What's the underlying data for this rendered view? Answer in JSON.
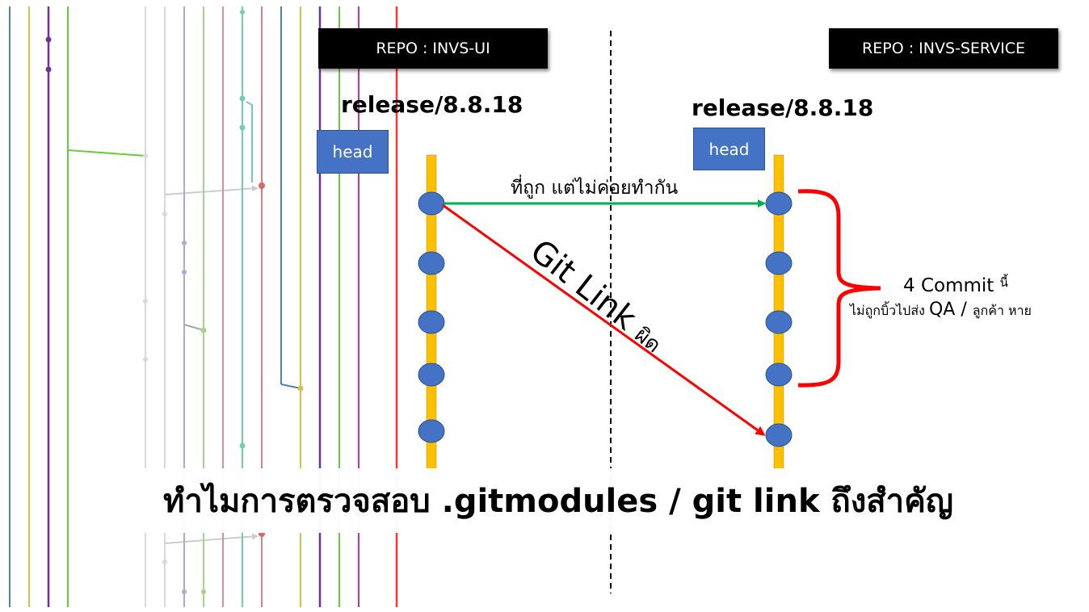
{
  "repos": {
    "left": {
      "label": "REPO : INVS-UI",
      "branch": "release/8.8.18",
      "head": "head"
    },
    "right": {
      "label": "REPO : INVS-SERVICE",
      "branch": "release/8.8.18",
      "head": "head"
    }
  },
  "links": {
    "correct_label": "ที่ถูก แต่ไม่ค่อยทำกัน",
    "wrong_label_main": "Git Link ",
    "wrong_label_thai": "ผิด"
  },
  "note": {
    "line1_main": "4 Commit ",
    "line1_small": "นี้",
    "line2_before": "ไม่ถูกบิ้วไปส่ง ",
    "line2_big": "QA  / ",
    "line2_after": " ลูกค้า หาย"
  },
  "banner": {
    "title": "ทำไมการตรวจสอบ .gitmodules / git link ถึงสำคัญ"
  },
  "colors": {
    "branch_line": "#ffc000",
    "commit": "#4472c4",
    "correct_arrow": "#00b050",
    "wrong_arrow": "#ff0000",
    "brace": "#ff0000"
  }
}
